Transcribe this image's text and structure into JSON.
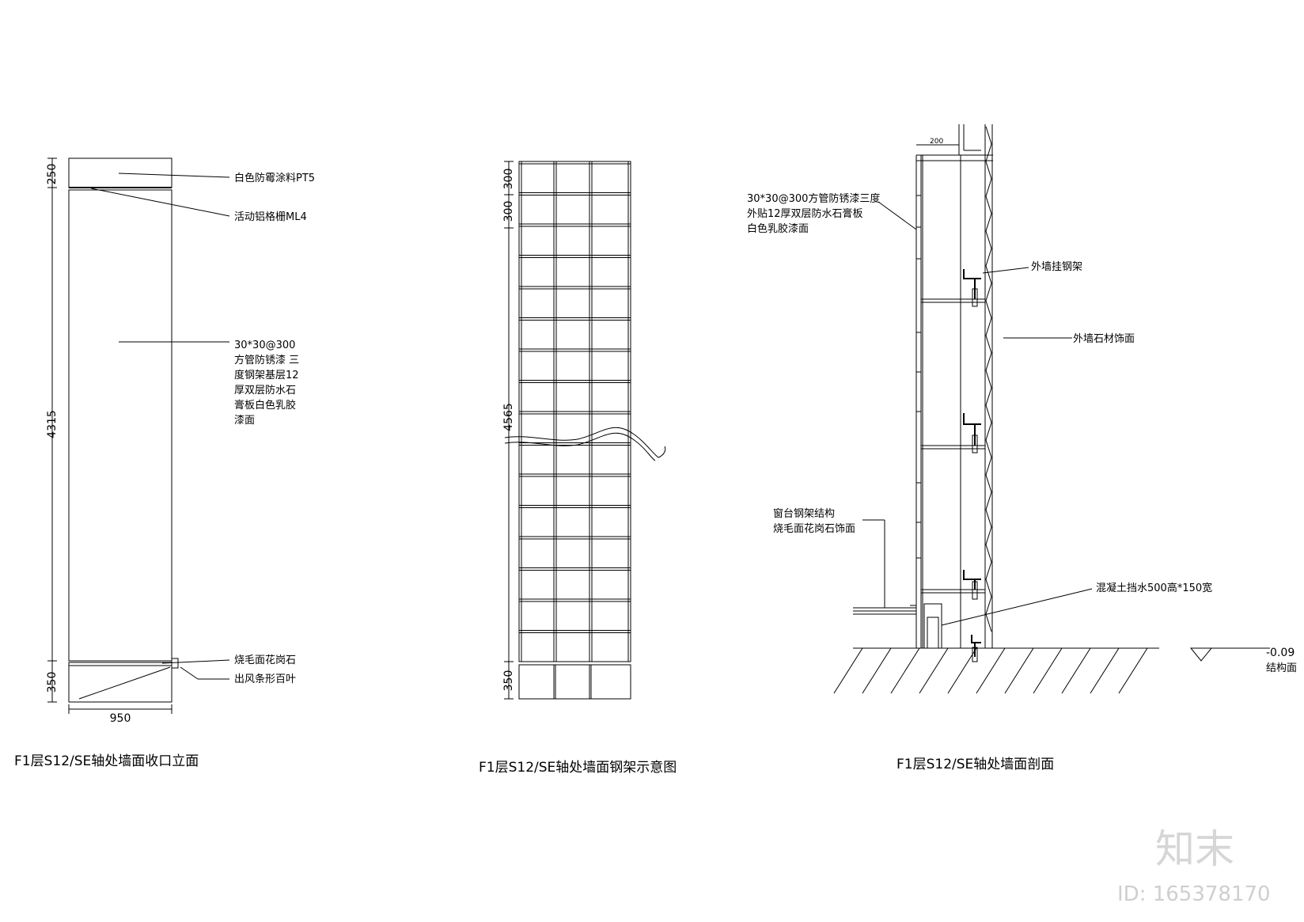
{
  "elevation": {
    "title": "F1层S12/SE轴处墙面收口立面",
    "labels": {
      "top_paint": "白色防霉涂料PT5",
      "grille": "活动铝格栅ML4",
      "frame_line1": "30*30@300",
      "frame_line2": "方管防锈漆 三",
      "frame_line3": "度钢架基层12",
      "frame_line4": "厚双层防水石",
      "frame_line5": "膏板白色乳胶",
      "frame_line6": "漆面",
      "granite": "烧毛面花岗石",
      "vent": "出风条形百叶"
    },
    "dims": {
      "top": "250",
      "main": "4315",
      "base": "350",
      "width": "950"
    }
  },
  "steel_frame": {
    "title": "F1层S12/SE轴处墙面钢架示意图",
    "dims": {
      "a": "300",
      "b": "300",
      "main": "4565",
      "base": "350"
    }
  },
  "section": {
    "title": "F1层S12/SE轴处墙面剖面",
    "labels": {
      "dim_top": "200",
      "frame_line1": "30*30@300方管防锈漆三度",
      "frame_line2": "外贴12厚双层防水石膏板",
      "frame_line3": "白色乳胶漆面",
      "external_steel": "外墙挂钢架",
      "external_stone": "外墙石材饰面",
      "window_line1": "窗台钢架结构",
      "window_line2": "烧毛面花岗石饰面",
      "concrete": "混凝土挡水500高*150宽",
      "level": "-0.09",
      "level_text": "结构面"
    }
  },
  "watermark": {
    "brand": "知末",
    "id": "ID: 165378170"
  }
}
